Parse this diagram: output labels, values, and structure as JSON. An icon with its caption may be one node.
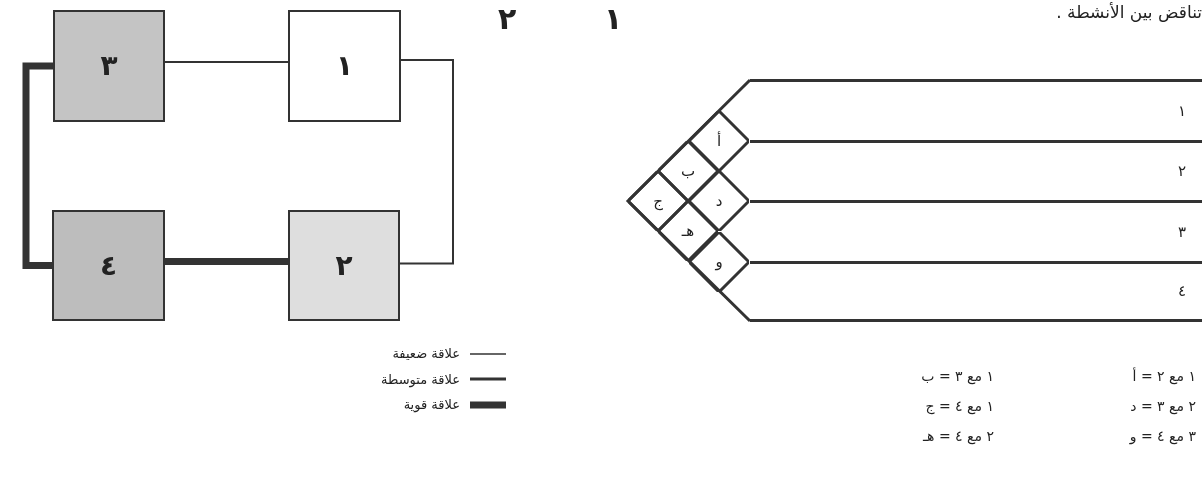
{
  "diagram": {
    "nodes": [
      {
        "text": [
          "٣"
        ]
      },
      {
        "text": [
          "١"
        ]
      },
      {
        "text": [
          "٤"
        ]
      },
      {
        "text": [
          "٢"
        ]
      },
      {
        "text": [
          "١"
        ]
      },
      {
        "text": [
          "٢"
        ]
      },
      {
        "text": [
          "٣"
        ]
      },
      {
        "text": [
          "٤"
        ]
      },
      {
        "text": [
          "أ"
        ]
      },
      {
        "text": [
          "ب"
        ]
      },
      {
        "text": [
          "ج"
        ]
      },
      {
        "text": [
          "د"
        ]
      },
      {
        "text": [
          "هـ"
        ]
      },
      {
        "text": [
          "و"
        ]
      }
    ],
    "edges": [
      {
        "from": 0,
        "to": 1,
        "arrow": "none"
      },
      {
        "from": 1,
        "to": 3,
        "arrow": "none"
      },
      {
        "from": 3,
        "to": 2,
        "arrow": "none",
        "style": "thick"
      },
      {
        "from": 0,
        "to": 2,
        "arrow": "none",
        "style": "thick"
      }
    ],
    "labels": [
      "٢",
      "١",
      "تناقض بين الأنشطة .",
      "١ مع ٢ = أ",
      "١ مع ٣ = ب",
      "٢ مع ٣ = د",
      "١ مع ٤ = ج",
      "٣ مع ٤ = و",
      "٢ مع ٤ = هـ"
    ],
    "legend": [
      {
        "text": "علاقة ضعيفة"
      },
      {
        "text": "علاقة متوسطة"
      },
      {
        "text": "علاقة قوية"
      }
    ]
  }
}
